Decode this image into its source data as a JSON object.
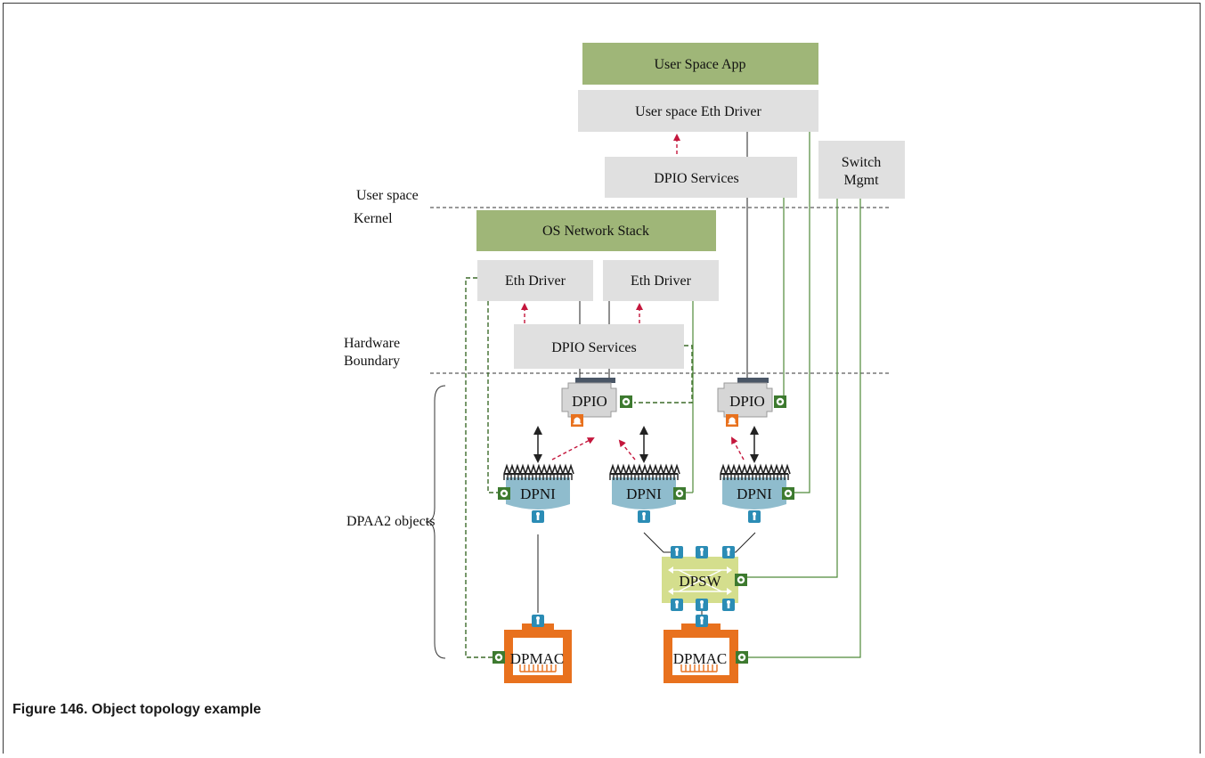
{
  "colors": {
    "green_box": "#9fb678",
    "gray_box": "#e0e0e0",
    "dpni_blue": "#8fbccd",
    "port_blue": "#2b8cb5",
    "gear_green": "#3d7a2f",
    "mac_orange": "#e8711e",
    "dpsw_green": "#d4de8d",
    "arrow_red": "#c4163c",
    "wire_green": "#4f8a3a",
    "dpio_gray": "#d6d6d6"
  },
  "diagram": {
    "user_space_app": "User Space App",
    "user_space_eth_driver": "User space Eth Driver",
    "dpio_services_user": "DPIO Services",
    "switch_mgmt_line1": "Switch",
    "switch_mgmt_line2": "Mgmt",
    "label_user_space": "User space",
    "label_kernel": "Kernel",
    "os_network_stack": "OS Network Stack",
    "eth_driver_1": "Eth Driver",
    "eth_driver_2": "Eth Driver",
    "dpio_services_kernel": "DPIO Services",
    "label_hw_boundary_line1": "Hardware",
    "label_hw_boundary_line2": "Boundary",
    "dpio_1": "DPIO",
    "dpio_2": "DPIO",
    "dpni_1": "DPNI",
    "dpni_2": "DPNI",
    "dpni_3": "DPNI",
    "dpsw": "DPSW",
    "dpmac_1": "DPMAC",
    "dpmac_2": "DPMAC",
    "label_dpaa2_objects": "DPAA2 objects"
  },
  "caption": "Figure 146. Object topology example"
}
